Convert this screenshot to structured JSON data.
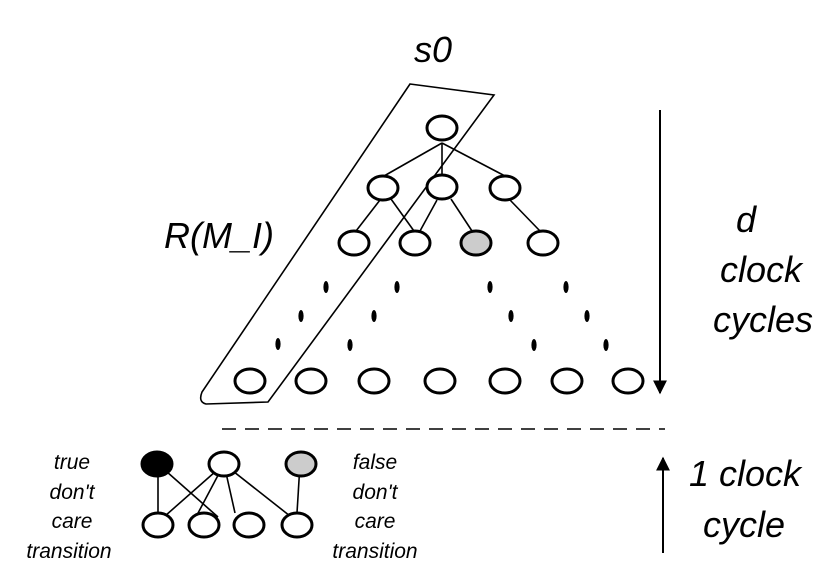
{
  "labels": {
    "root": "s0",
    "subset": "R(M_I)",
    "depth_l1": "d",
    "depth_l2": "clock",
    "depth_l3": "cycles",
    "cycle_l1": "1 clock",
    "cycle_l2": "cycle",
    "true_dc_l1": "true",
    "true_dc_l2": "don't",
    "true_dc_l3": "care",
    "true_dc_l4": "transition",
    "false_dc_l1": "false",
    "false_dc_l2": "don't",
    "false_dc_l3": "care",
    "false_dc_l4": "transition"
  },
  "colors": {
    "node_fill": "#ffffff",
    "stroke": "#000000",
    "gray_state": "#cccccc",
    "black_state": "#000000"
  }
}
